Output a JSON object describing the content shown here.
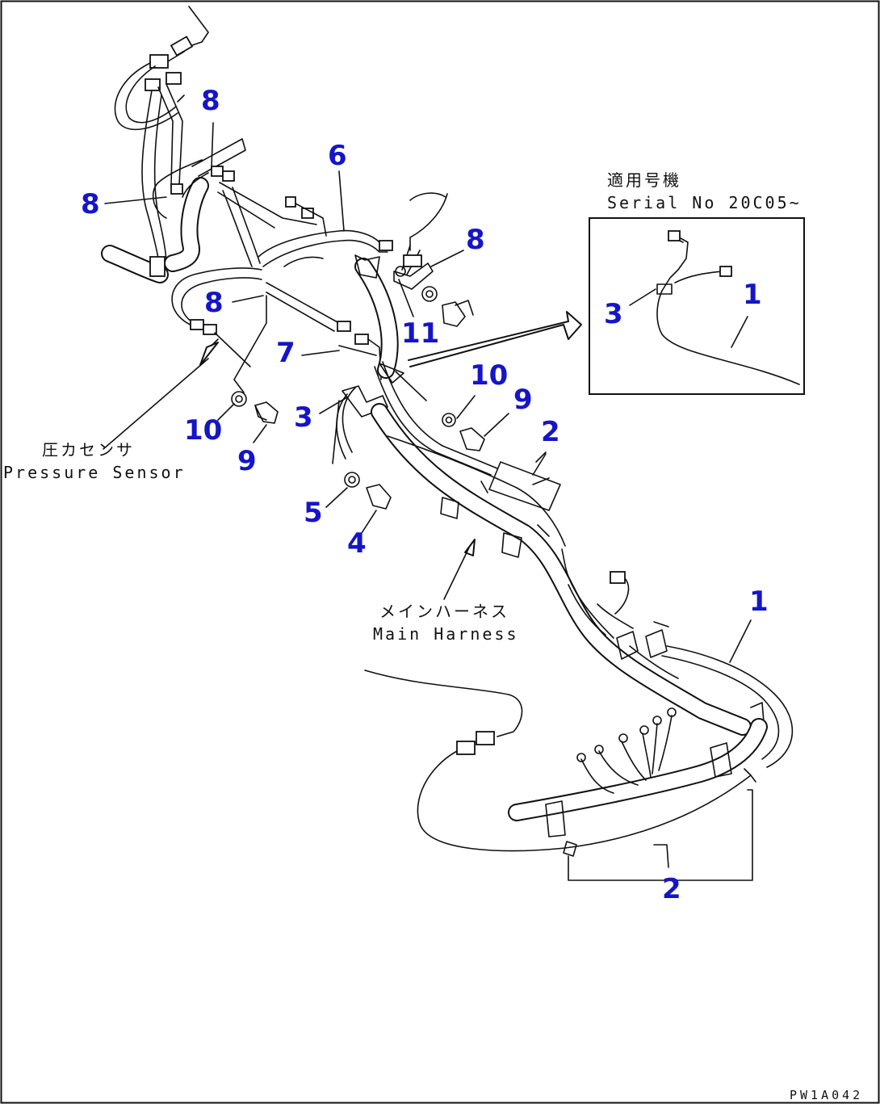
{
  "callouts": {
    "c8a": "8",
    "c8b": "8",
    "c8c": "8",
    "c8d": "8",
    "c6": "6",
    "c11": "11",
    "c7": "7",
    "c3": "3",
    "c10a": "10",
    "c9a": "9",
    "c10b": "10",
    "c9b": "9",
    "c2a": "2",
    "c5": "5",
    "c4": "4",
    "c1": "1",
    "c2b": "2",
    "inset_c3": "3",
    "inset_c1": "1"
  },
  "labels": {
    "pressure_sensor_jp": "圧カセンサ",
    "pressure_sensor_en": "Pressure Sensor",
    "main_harness_jp": "メインハーネス",
    "main_harness_en": "Main Harness",
    "serial_jp": "適用号機",
    "serial_en": "Serial No 20C05~"
  },
  "drawing_code": "PW1A042",
  "colors": {
    "callout": "#1515c8",
    "line": "#111111"
  }
}
